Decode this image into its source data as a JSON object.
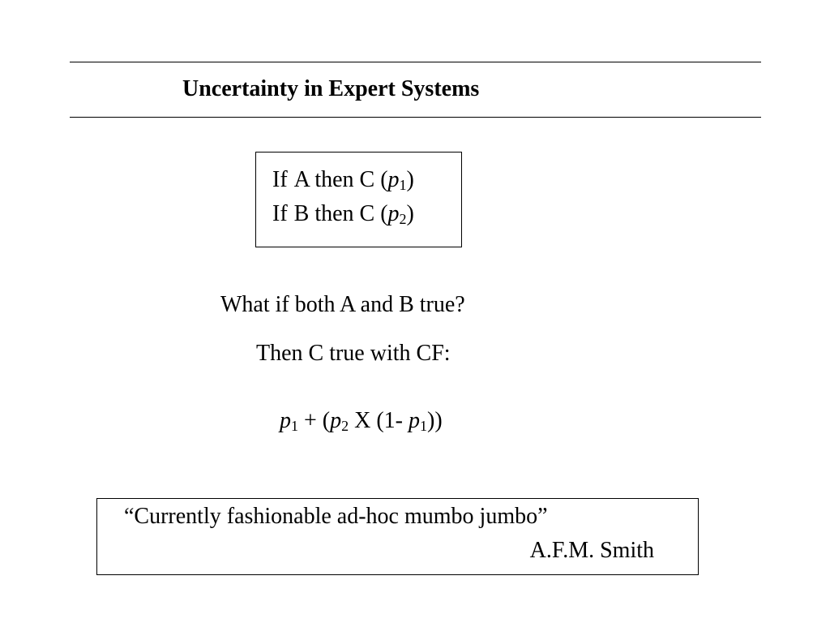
{
  "slide": {
    "title": "Uncertainty in Expert Systems",
    "rules": [
      {
        "prefix": "If",
        "body": "A then C (",
        "var": "p",
        "sub": "1",
        "close": ")"
      },
      {
        "prefix": "If",
        "body": "B then C (",
        "var": "p",
        "sub": "2",
        "close": ")"
      }
    ],
    "question": "What if both A and B true?",
    "then": "Then C true with CF:",
    "formula": {
      "v1": "p",
      "s1": "1",
      "plus": " + (",
      "v2": "p",
      "s2": "2",
      "mid": " X (1- ",
      "v3": "p",
      "s3": "1",
      "end": "))"
    },
    "quote": {
      "text": "“Currently fashionable ad-hoc mumbo jumbo”",
      "author": "A.F.M. Smith"
    }
  }
}
